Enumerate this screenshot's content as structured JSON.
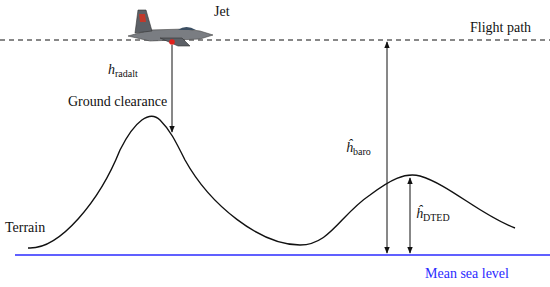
{
  "diagram": {
    "labels": [
      "Jet",
      "Flight path",
      "hradalt",
      "Ground clearance",
      "ĥbaro",
      "ĥDTED",
      "Terrain",
      "Mean sea level"
    ]
  }
}
